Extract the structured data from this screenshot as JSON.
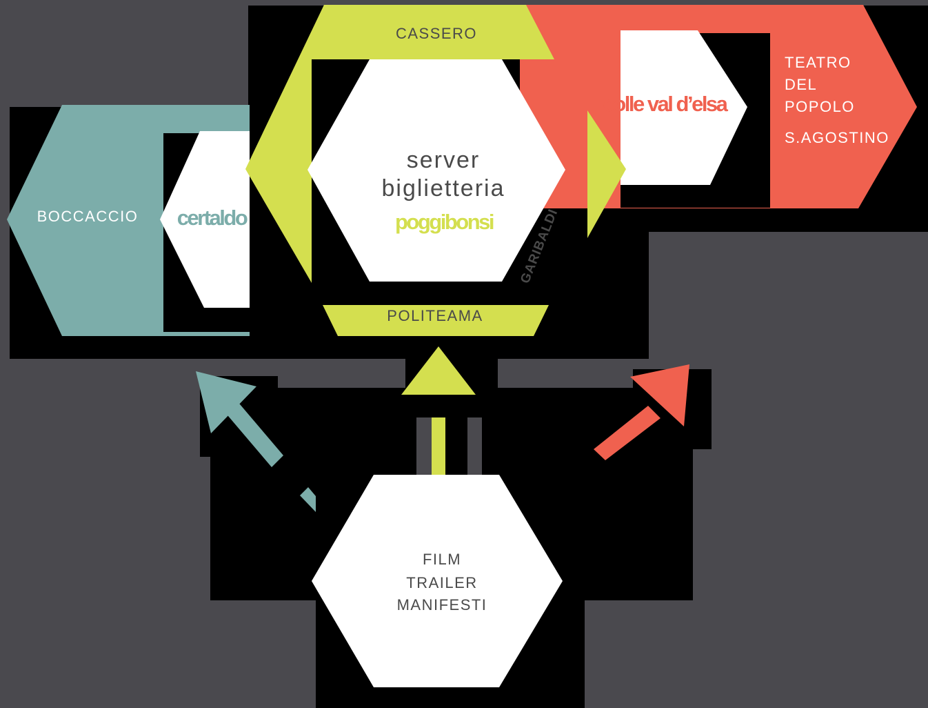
{
  "colors": {
    "background": "#4a494e",
    "black": "#000000",
    "lime": "#d4df4f",
    "teal": "#7cadaa",
    "coral": "#f0614f",
    "white": "#ffffff",
    "text_gray": "#4a4a4a"
  },
  "server": {
    "line1": "server",
    "line2": "biglietteria",
    "city": "poggibonsi"
  },
  "poggibonsi_venues": {
    "top": "CASSERO",
    "bottom": "POLITEAMA",
    "right": "GARIBALDI"
  },
  "certaldo": {
    "city": "certaldo",
    "venue": "BOCCACCIO"
  },
  "colle": {
    "city": "colle val d’elsa",
    "venues": [
      "TEATRO",
      "DEL",
      "POPOLO",
      "S.AGOSTINO"
    ]
  },
  "source": {
    "lines": [
      "FILM",
      "TRAILER",
      "MANIFESTI"
    ]
  }
}
